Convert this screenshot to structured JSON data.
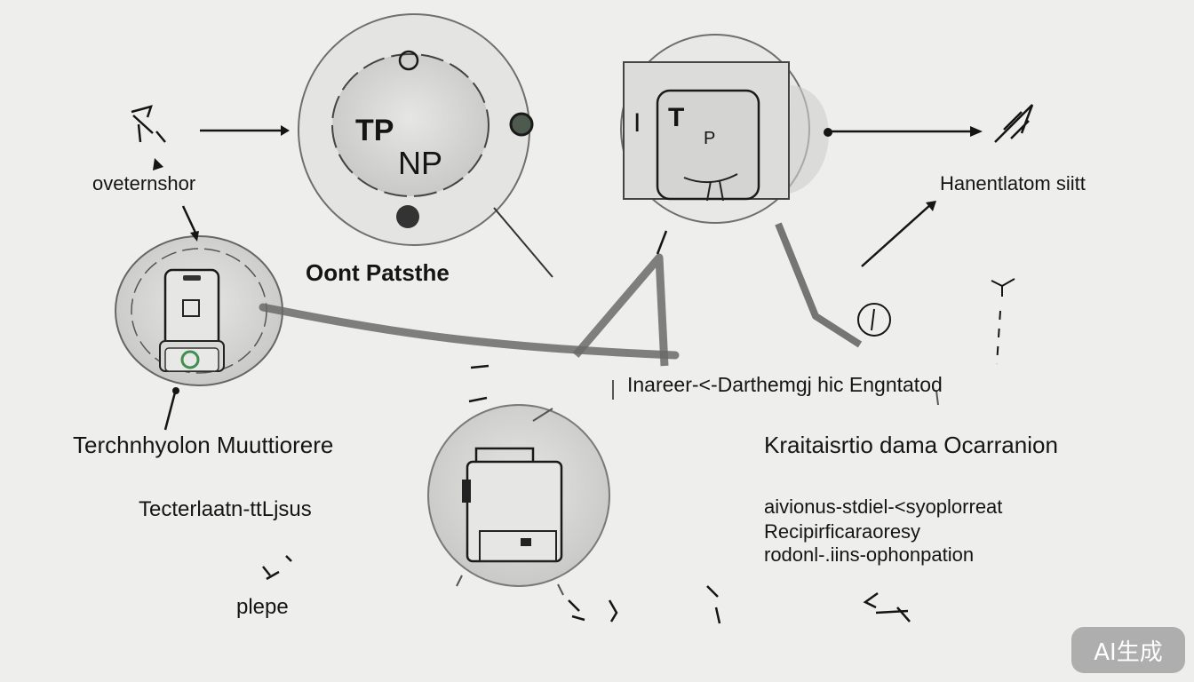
{
  "colors": {
    "background": "#eeeeec",
    "ink": "#151515",
    "bubble_fill": "#d6d6d4",
    "bubble_stroke": "#7a7a7a",
    "accent_green": "#3f8f4f"
  },
  "nodes": {
    "top_circle": {
      "letters_a": "TP",
      "letters_b": "NP"
    },
    "right_circle": {
      "letters_a": "I",
      "letters_b": "T",
      "letters_c": "P"
    }
  },
  "labels": {
    "overview": "oveternshor",
    "path": "Oont Patsthe",
    "handler": "Hanentlatom siitt",
    "interface": "Inareer-<-Darthemgj hic Engntatod",
    "technology": "Terchnhyolon  Muuttiorere",
    "platform": "Tecterlaatn-ttLjsus",
    "pipe": "plepe",
    "runtime": "Kraitaisrtio dama Ocarranion",
    "detail_1": "aivionus-stdiel-<syoplorreat",
    "detail_2": "Recipirficaraoresy",
    "detail_3": "rodonl-.iins-ophonpation"
  },
  "watermark": "AI生成"
}
